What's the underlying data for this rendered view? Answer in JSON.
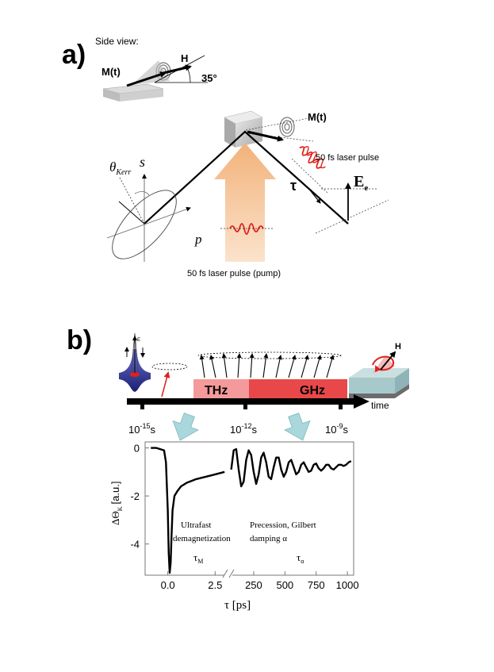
{
  "panel_a": {
    "label": "a)",
    "side_view": {
      "caption": "Side view:",
      "m_label": "M(t)",
      "h_label": "H",
      "angle_label": "35°"
    },
    "m_label": "M(t)",
    "probe_label": "50 fs laser pulse",
    "e_label": "E",
    "e_sub": "e",
    "tau_label": "τ",
    "theta_label": "θ",
    "theta_sub": "Kerr",
    "s_label": "s",
    "p_label": "p",
    "pump_label": "50 fs laser pulse (pump)"
  },
  "panel_b": {
    "label": "b)",
    "bar_thz": "THz",
    "bar_ghz": "GHz",
    "h_label": "H",
    "e_label": "E",
    "time_label": "time",
    "timeline_ticks": [
      {
        "base": "10",
        "exp": "-15",
        "unit": "s"
      },
      {
        "base": "10",
        "exp": "-12",
        "unit": "s"
      },
      {
        "base": "10",
        "exp": "-9",
        "unit": "s"
      }
    ],
    "annotation_left_1": "Ultrafast",
    "annotation_left_2": "demagnetization",
    "annotation_left_tau": "τ",
    "annotation_left_tau_sub": "M",
    "annotation_right_1": "Precession, Gilbert",
    "annotation_right_2": "damping α",
    "annotation_right_tau": "τ",
    "annotation_right_tau_sub": "α"
  },
  "chart_data": {
    "type": "line",
    "title": "",
    "xlabel": "τ [ps]",
    "ylabel": "ΔΘ",
    "ylabel_sub": "K",
    "ylabel_unit": "[a.u.]",
    "ylim": [
      -5.3,
      0.25
    ],
    "y_ticks": [
      0,
      -2,
      -4
    ],
    "x_ticks_left": [
      "0.0",
      "2.5"
    ],
    "x_ticks_right": [
      "250",
      "500",
      "750",
      "1000"
    ],
    "broken_axis": true,
    "series": [
      {
        "x_unit": "ps",
        "x": [
          -0.9,
          -0.6,
          -0.4,
          -0.2,
          -0.1,
          0.0,
          0.05,
          0.1,
          0.15,
          0.2,
          0.25,
          0.35,
          0.5,
          0.7,
          1.0,
          1.5,
          2.0,
          2.5,
          3.0
        ],
        "y": [
          0.0,
          0.0,
          -0.05,
          -0.1,
          -0.6,
          -2.6,
          -4.4,
          -5.2,
          -4.8,
          -3.6,
          -2.6,
          -2.0,
          -1.8,
          -1.6,
          -1.45,
          -1.3,
          -1.2,
          -1.1,
          -1.0
        ]
      },
      {
        "x_unit": "ps",
        "x": [
          70,
          90,
          110,
          130,
          150,
          170,
          190,
          210,
          230,
          250,
          270,
          290,
          310,
          330,
          350,
          370,
          390,
          410,
          430,
          450,
          470,
          490,
          510,
          530,
          550,
          570,
          590,
          610,
          630,
          650,
          670,
          690,
          710,
          730,
          750,
          770,
          790,
          810,
          830,
          850,
          870,
          890,
          910,
          930,
          950,
          970,
          990,
          1010,
          1030
        ],
        "y": [
          -0.9,
          -0.1,
          -0.05,
          -0.9,
          -1.6,
          -1.4,
          -0.5,
          -0.1,
          -0.3,
          -1.0,
          -1.5,
          -1.1,
          -0.4,
          -0.2,
          -0.6,
          -1.2,
          -1.3,
          -0.8,
          -0.4,
          -0.4,
          -0.9,
          -1.2,
          -1.0,
          -0.6,
          -0.5,
          -0.8,
          -1.1,
          -1.0,
          -0.7,
          -0.6,
          -0.8,
          -1.0,
          -0.95,
          -0.7,
          -0.65,
          -0.85,
          -0.95,
          -0.85,
          -0.7,
          -0.7,
          -0.85,
          -0.9,
          -0.8,
          -0.7,
          -0.7,
          -0.75,
          -0.7,
          -0.6,
          -0.55
        ]
      }
    ]
  },
  "colors": {
    "ink": "#000000",
    "gray_axis": "#555555",
    "pump_orange": "#f5c89a",
    "pulse_red": "#e0201c",
    "thz_pink": "#f49a9a",
    "ghz_red": "#e8484a",
    "arrow_teal": "#a9d7db",
    "block_teal": "#a7c9cc"
  }
}
